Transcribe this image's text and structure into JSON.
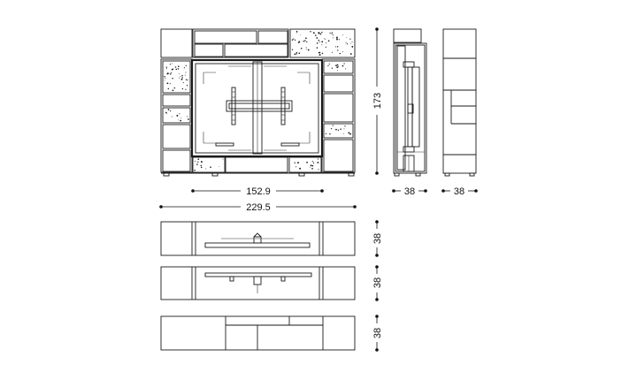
{
  "dimensions": {
    "front_inner_width": "152.9",
    "front_total_width": "229.5",
    "height": "173",
    "side_depth_a": "38",
    "side_depth_b": "38",
    "plan_depth_top": "38",
    "plan_depth_mid": "38",
    "plan_depth_bottom": "38"
  }
}
